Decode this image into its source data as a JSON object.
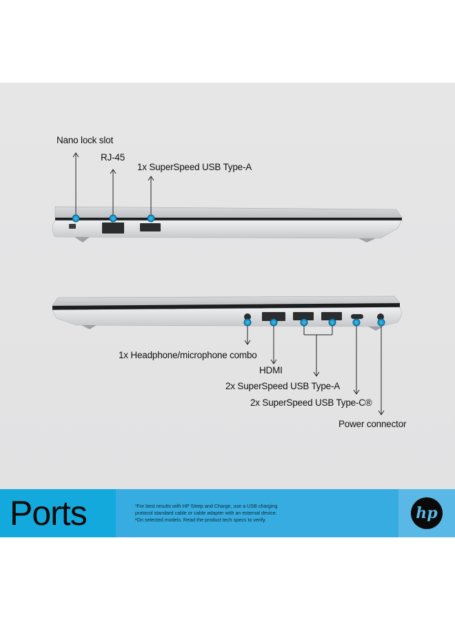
{
  "callouts": {
    "nano_lock": "Nano lock slot",
    "rj45": "RJ-45",
    "usb_a_left": "1x SuperSpeed USB Type-A",
    "headphone": "1x Headphone/microphone combo",
    "hdmi": "HDMI",
    "usb_a_right": "2x SuperSpeed USB Type-A",
    "usb_c": "2x SuperSpeed USB Type-C®",
    "power": "Power connector"
  },
  "banner": {
    "title": "Ports",
    "fine_print_1": "¹For best results with HP Sleep and Charge, use a USB charging",
    "fine_print_2": "protocol standard cable or cable adapter with an external device.",
    "fine_print_3": "²On selected models. Read the product tech specs to verify.",
    "logo_text": "hp"
  },
  "colors": {
    "accent": "#14a9dd",
    "dot": "#1da0d8"
  }
}
